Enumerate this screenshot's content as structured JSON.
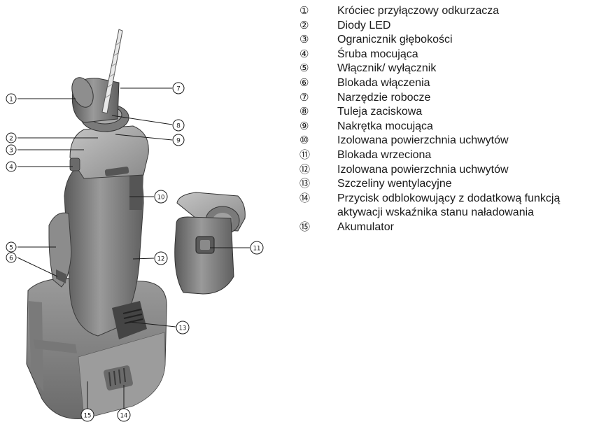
{
  "legend": [
    {
      "num": "①",
      "text": "Króciec przyłączowy odkurzacza"
    },
    {
      "num": "②",
      "text": "Diody LED"
    },
    {
      "num": "③",
      "text": "Ogranicznik głębokości"
    },
    {
      "num": "④",
      "text": "Śruba mocująca"
    },
    {
      "num": "⑤",
      "text": "Włącznik/ wyłącznik"
    },
    {
      "num": "⑥",
      "text": "Blokada włączenia"
    },
    {
      "num": "⑦",
      "text": "Narzędzie robocze"
    },
    {
      "num": "⑧",
      "text": "Tuleja zaciskowa"
    },
    {
      "num": "⑨",
      "text": "Nakrętka mocująca"
    },
    {
      "num": "⑩",
      "text": "Izolowana powierzchnia uchwytów"
    },
    {
      "num": "⑪",
      "text": "Blokada wrzeciona"
    },
    {
      "num": "⑫",
      "text": "Izolowana powierzchnia uchwytów"
    },
    {
      "num": "⑬",
      "text": "Szczeliny wentylacyjne"
    },
    {
      "num": "⑭",
      "text": "Przycisk odblokowujący z dodatkową funkcją aktywacji wskaźnika stanu naładowania"
    },
    {
      "num": "⑮",
      "text": "Akumulator"
    }
  ],
  "callouts": {
    "c1": "1",
    "c2": "2",
    "c3": "3",
    "c4": "4",
    "c5": "5",
    "c6": "6",
    "c7": "7",
    "c8": "8",
    "c9": "9",
    "c10": "10",
    "c11": "11",
    "c12": "12",
    "c13": "13",
    "c14": "14",
    "c15": "15"
  },
  "colors": {
    "body_dark": "#5e5e5e",
    "body_mid": "#8a8a8a",
    "body_light": "#b4b4b4",
    "line": "#1a1a1a"
  }
}
